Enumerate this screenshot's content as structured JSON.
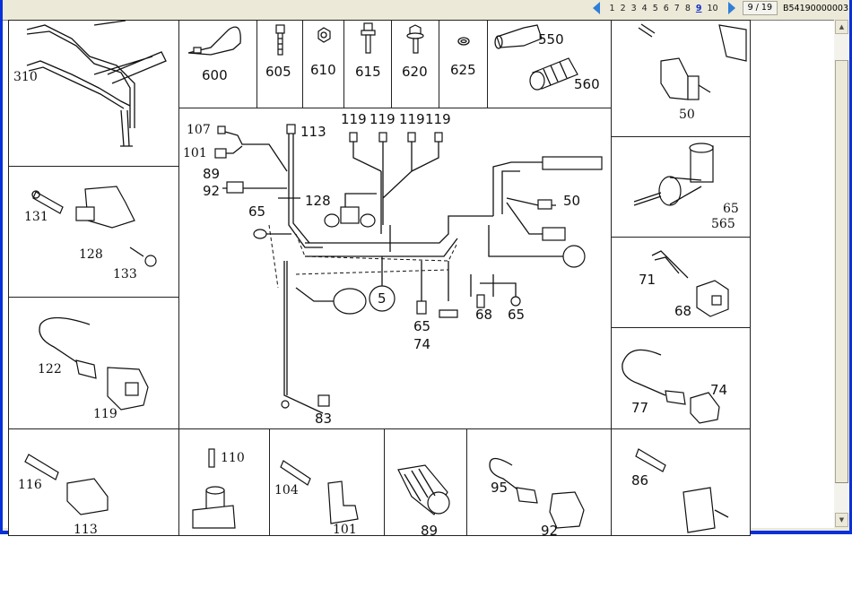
{
  "toolbar": {
    "prev_icon": "arrow-left-icon",
    "next_icon": "arrow-right-icon",
    "pages": [
      "1",
      "2",
      "3",
      "4",
      "5",
      "6",
      "7",
      "8",
      "9",
      "10"
    ],
    "current_page": "9",
    "page_indicator": "9 / 19",
    "part_code": "B54190000003"
  },
  "scrollbar": {
    "up_icon": "▲",
    "down_icon": "▼"
  },
  "diagram": {
    "cells": {
      "harness_310": {
        "labels": [
          "310"
        ]
      },
      "tie_600": {
        "labels": [
          "600"
        ]
      },
      "bolt_605": {
        "labels": [
          "605"
        ]
      },
      "nut_610": {
        "labels": [
          "610"
        ]
      },
      "screw_615": {
        "labels": [
          "615"
        ]
      },
      "bolt_620": {
        "labels": [
          "620"
        ]
      },
      "washer_625": {
        "labels": [
          "625"
        ]
      },
      "sleeve_550_560": {
        "labels": [
          "550",
          "560"
        ]
      },
      "connector_50": {
        "labels": [
          "50"
        ]
      },
      "socket_65_565": {
        "labels": [
          "65",
          "565"
        ]
      },
      "connector_131_128_133": {
        "labels": [
          "131",
          "128",
          "133"
        ]
      },
      "terminal_71_68": {
        "labels": [
          "71",
          "68"
        ]
      },
      "lead_122_119": {
        "labels": [
          "122",
          "119"
        ]
      },
      "lead_77_74": {
        "labels": [
          "77",
          "74"
        ]
      },
      "main_harness": {
        "labels": [
          "107",
          "101",
          "89",
          "92",
          "113",
          "119",
          "119",
          "119",
          "119",
          "128",
          "65",
          "50",
          "5",
          "65",
          "74",
          "68",
          "65",
          "83"
        ]
      },
      "pin_116_113": {
        "labels": [
          "116",
          "113"
        ]
      },
      "sensor_110": {
        "labels": [
          "110"
        ]
      },
      "pin_104_101": {
        "labels": [
          "104",
          "101"
        ]
      },
      "boot_89": {
        "labels": [
          "89"
        ]
      },
      "lead_95_92": {
        "labels": [
          "95",
          "92"
        ]
      },
      "pin_86": {
        "labels": [
          "86"
        ]
      }
    }
  }
}
